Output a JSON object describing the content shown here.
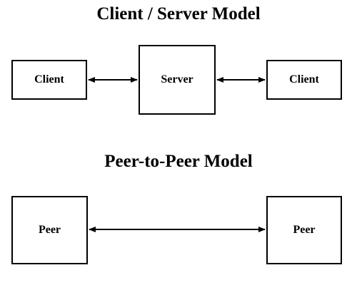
{
  "diagram": {
    "client_server": {
      "title": "Client / Server Model",
      "client_left_label": "Client",
      "server_label": "Server",
      "client_right_label": "Client"
    },
    "peer_to_peer": {
      "title": "Peer-to-Peer Model",
      "peer_left_label": "Peer",
      "peer_right_label": "Peer"
    },
    "colors": {
      "stroke": "#000000",
      "background": "#ffffff"
    }
  }
}
